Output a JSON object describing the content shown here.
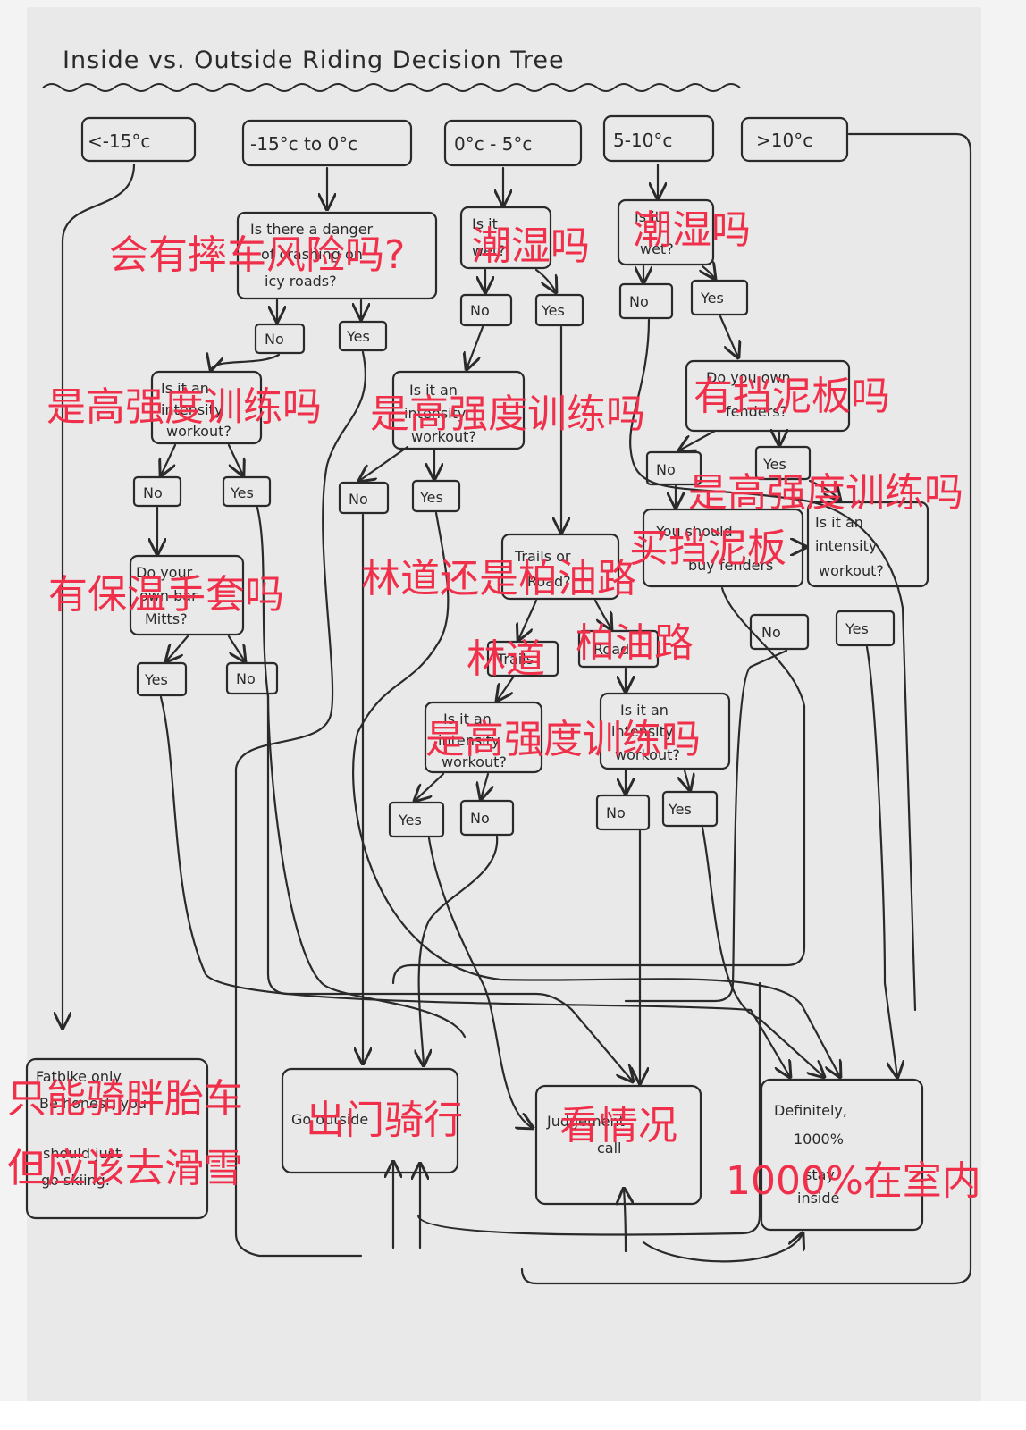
{
  "title": "Inside vs. Outside Riding Decision Tree",
  "colors": {
    "ink": "#2a2a2a",
    "overlay": "#f0304a",
    "paper": "#e9e9e9"
  },
  "temps": [
    "<-15°c",
    "-15°c to 0°c",
    "0°c - 5°c",
    "5-10°c",
    ">10°c"
  ],
  "questions": {
    "danger": [
      "Is there a danger",
      "of crashing on",
      "icy roads?"
    ],
    "wet_a": [
      "Is it",
      "wet?"
    ],
    "wet_b": [
      "Is it",
      "wet?"
    ],
    "own_fenders": [
      "Do you own",
      "fenders?"
    ],
    "intensity": [
      "Is it an",
      "intensity",
      "workout?"
    ],
    "mitts": [
      "Do your",
      "own bar",
      "Mitts?"
    ],
    "trails_or_road": [
      "Trails or",
      "Road?"
    ],
    "buy_fenders": [
      "You should",
      "buy fenders"
    ]
  },
  "labels": {
    "yes": "Yes",
    "no": "No",
    "trails": "Trails",
    "road": "Road"
  },
  "outcomes": {
    "fatbike": [
      "Fatbike only",
      "Be honest, you",
      "should just",
      "go skiing."
    ],
    "go_outside": "Go outside",
    "judgement": [
      "Judgement",
      "call"
    ],
    "inside": [
      "Definitely,",
      "1000%",
      "stay",
      "inside"
    ]
  },
  "overlay": {
    "crash_risk": "会有摔车风险吗?",
    "wet1": "潮湿吗",
    "wet2": "潮湿吗",
    "intensity1": "是高强度训练吗",
    "intensity2": "是高强度训练吗",
    "fenders": "有挡泥板吗",
    "intensity3": "是高强度训练吗",
    "buy_fenders": "买挡泥板",
    "trails_or_road": "林道还是柏油路",
    "mitts": "有保温手套吗",
    "trails": "林道",
    "road": "柏油路",
    "intensity4": "是高强度训练吗",
    "fatbike_1": "只能骑胖胎车",
    "fatbike_2": "但应该去滑雪",
    "go_outside": "出门骑行",
    "judgement": "看情况",
    "inside": "1000%在室内"
  }
}
